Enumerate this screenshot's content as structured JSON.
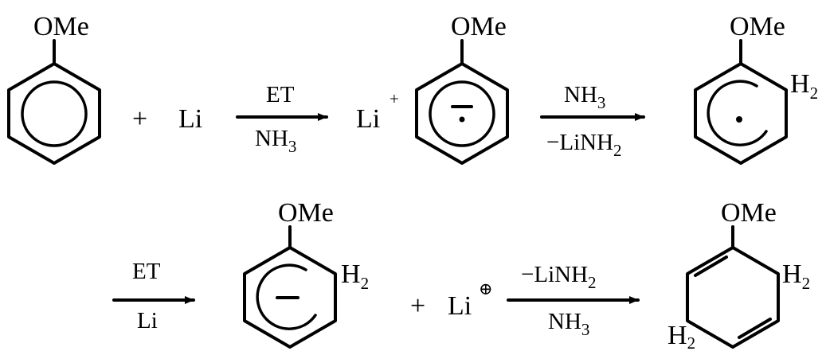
{
  "scheme": {
    "row1": {
      "anisole": {
        "substituent": "OMe"
      },
      "plus": "+",
      "lithium": "Li",
      "arrow1": {
        "above": "ET",
        "below_main": "NH",
        "below_sub": "3"
      },
      "radical_anion": {
        "counterion": "Li",
        "counterion_charge": "+",
        "substituent": "OMe"
      },
      "arrow2": {
        "above_main": "NH",
        "above_sub": "3",
        "below_main": "−LiNH",
        "below_sub": "2"
      },
      "radical": {
        "substituent": "OMe",
        "h_main": "H",
        "h_sub": "2"
      }
    },
    "row2": {
      "arrow3": {
        "above": "ET",
        "below": "Li"
      },
      "anion": {
        "substituent": "OMe",
        "h_main": "H",
        "h_sub": "2"
      },
      "plus": "+",
      "lithium": "Li",
      "lithium_charge": "⊕",
      "arrow4": {
        "above_main": "−LiNH",
        "above_sub": "2",
        "below_main": "NH",
        "below_sub": "3"
      },
      "product": {
        "substituent": "OMe",
        "h_top_main": "H",
        "h_top_sub": "2",
        "h_bottom_main": "H",
        "h_bottom_sub": "2"
      }
    }
  }
}
